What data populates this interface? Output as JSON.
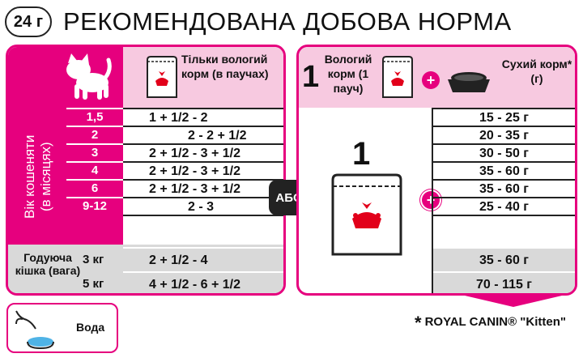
{
  "header": {
    "badge": "24 г",
    "title": "РЕКОМЕНДОВАНА ДОБОВА НОРМА"
  },
  "left_panel": {
    "side_label_line1": "Вік кошеняти",
    "side_label_line2": "(в місяцях)",
    "header_text": "Тільки вологий корм (в паучах)",
    "ages": [
      "1,5",
      "2",
      "3",
      "4",
      "6",
      "9-12"
    ],
    "wet_values": [
      "1 + 1/2 - 2",
      "2 - 2 + 1/2",
      "2 + 1/2 - 3 + 1/2",
      "2 + 1/2 - 3 + 1/2",
      "2 + 1/2 - 3 + 1/2",
      "2 - 3"
    ],
    "nursing_label": "Годуюча кішка (вага)",
    "nursing_weights": [
      "3 кг",
      "5 кг"
    ],
    "nursing_values": [
      "2 + 1/2 - 4",
      "4 + 1/2 - 6 + 1/2"
    ]
  },
  "or_label": "АБО",
  "right_panel": {
    "one": "1",
    "wet_text": "Вологий корм (1 пауч)",
    "dry_text": "Сухий корм* (г)",
    "big_one": "1",
    "dry_values": [
      "15 - 25 г",
      "20 - 35 г",
      "30 - 50 г",
      "35 - 60 г",
      "35 - 60 г",
      "25 - 40 г"
    ],
    "nursing_dry_values": [
      "35 - 60 г",
      "70 - 115 г"
    ]
  },
  "water": {
    "label": "Вода"
  },
  "footnote": {
    "star": "*",
    "text": "ROYAL CANIN® \"Kitten\""
  },
  "colors": {
    "accent": "#e6007e",
    "accent_light": "#f7c9e0",
    "grey": "#d9d9d9"
  }
}
